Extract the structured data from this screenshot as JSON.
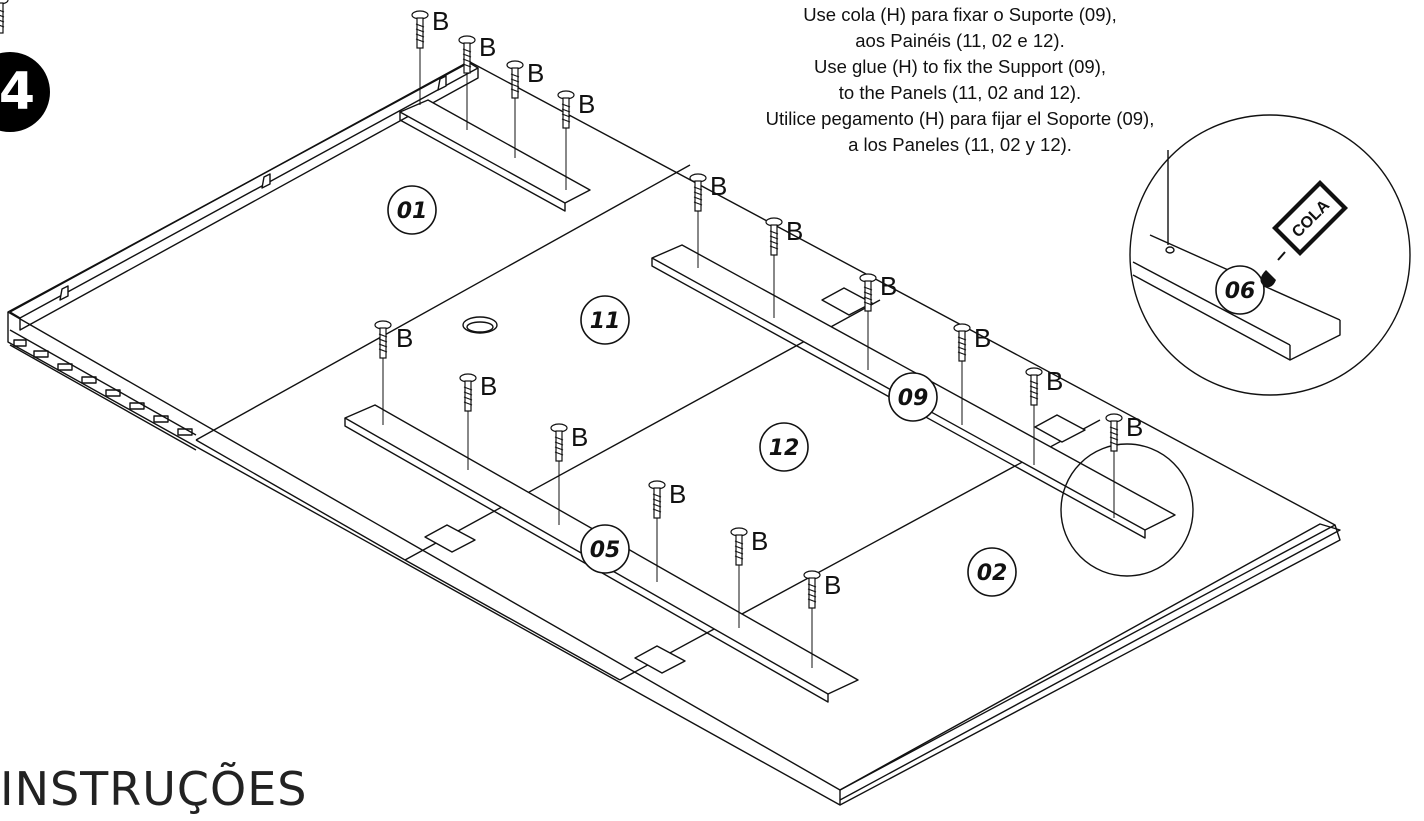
{
  "step": {
    "number": "4"
  },
  "instructions": {
    "pt_line1": "Use cola (H) para fixar o Suporte (09),",
    "pt_line2": "aos Painéis (11, 02 e 12).",
    "en_line1": "Use glue (H) to fix the Support (09),",
    "en_line2": "to the Panels (11, 02 and 12).",
    "es_line1": "Utilice pegamento (H) para fijar el Soporte (09),",
    "es_line2": "a los Paneles (11, 02 y 12)."
  },
  "parts": {
    "p01": "01",
    "p11": "11",
    "p12": "12",
    "p02": "02",
    "p05": "05",
    "p09": "09",
    "p06": "06"
  },
  "screw_label": "B",
  "glue_tag": "COLA",
  "footer": {
    "title": "INSTRUÇÕES"
  }
}
